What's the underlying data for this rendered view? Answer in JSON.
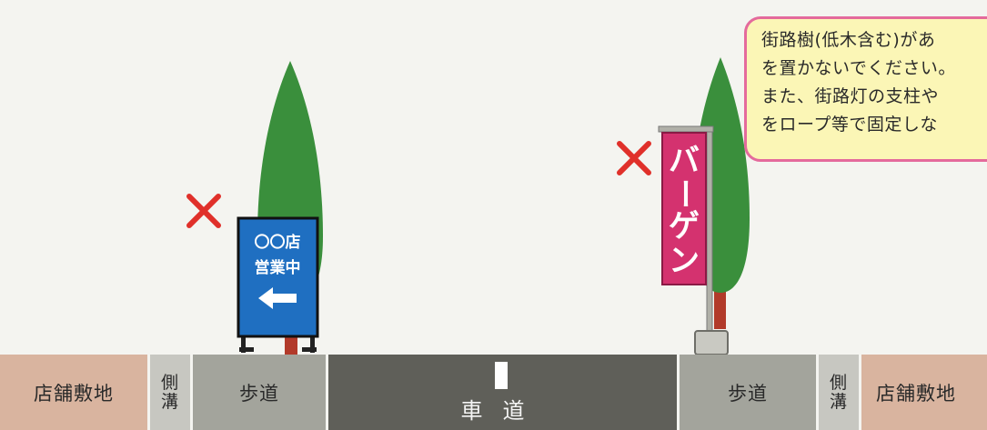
{
  "callout": {
    "lines": [
      "街路樹(低木含む)があ",
      "を置かないでください。",
      "また、街路灯の支柱や",
      "をロープ等で固定しな"
    ]
  },
  "signboard": {
    "line1": "〇〇店",
    "line2": "営業中",
    "arrow": "←"
  },
  "banner": {
    "chars": [
      "バ",
      "ー",
      "ゲ",
      "ン"
    ]
  },
  "ground": {
    "shop_left": "店舗敷地",
    "gutter_left": [
      "側",
      "溝"
    ],
    "walk_left": "歩道",
    "road": "車道",
    "walk_right": "歩道",
    "gutter_right": [
      "側",
      "溝"
    ],
    "shop_right": "店舗敷地"
  },
  "colors": {
    "tree": "#3a8f3c",
    "trunk": "#b23a2a",
    "sign_blue": "#1f6fc1",
    "banner_pink": "#d4326f",
    "cross_red": "#e0302a",
    "callout_border": "#e46a9c",
    "callout_fill": "#fbf6b6"
  }
}
